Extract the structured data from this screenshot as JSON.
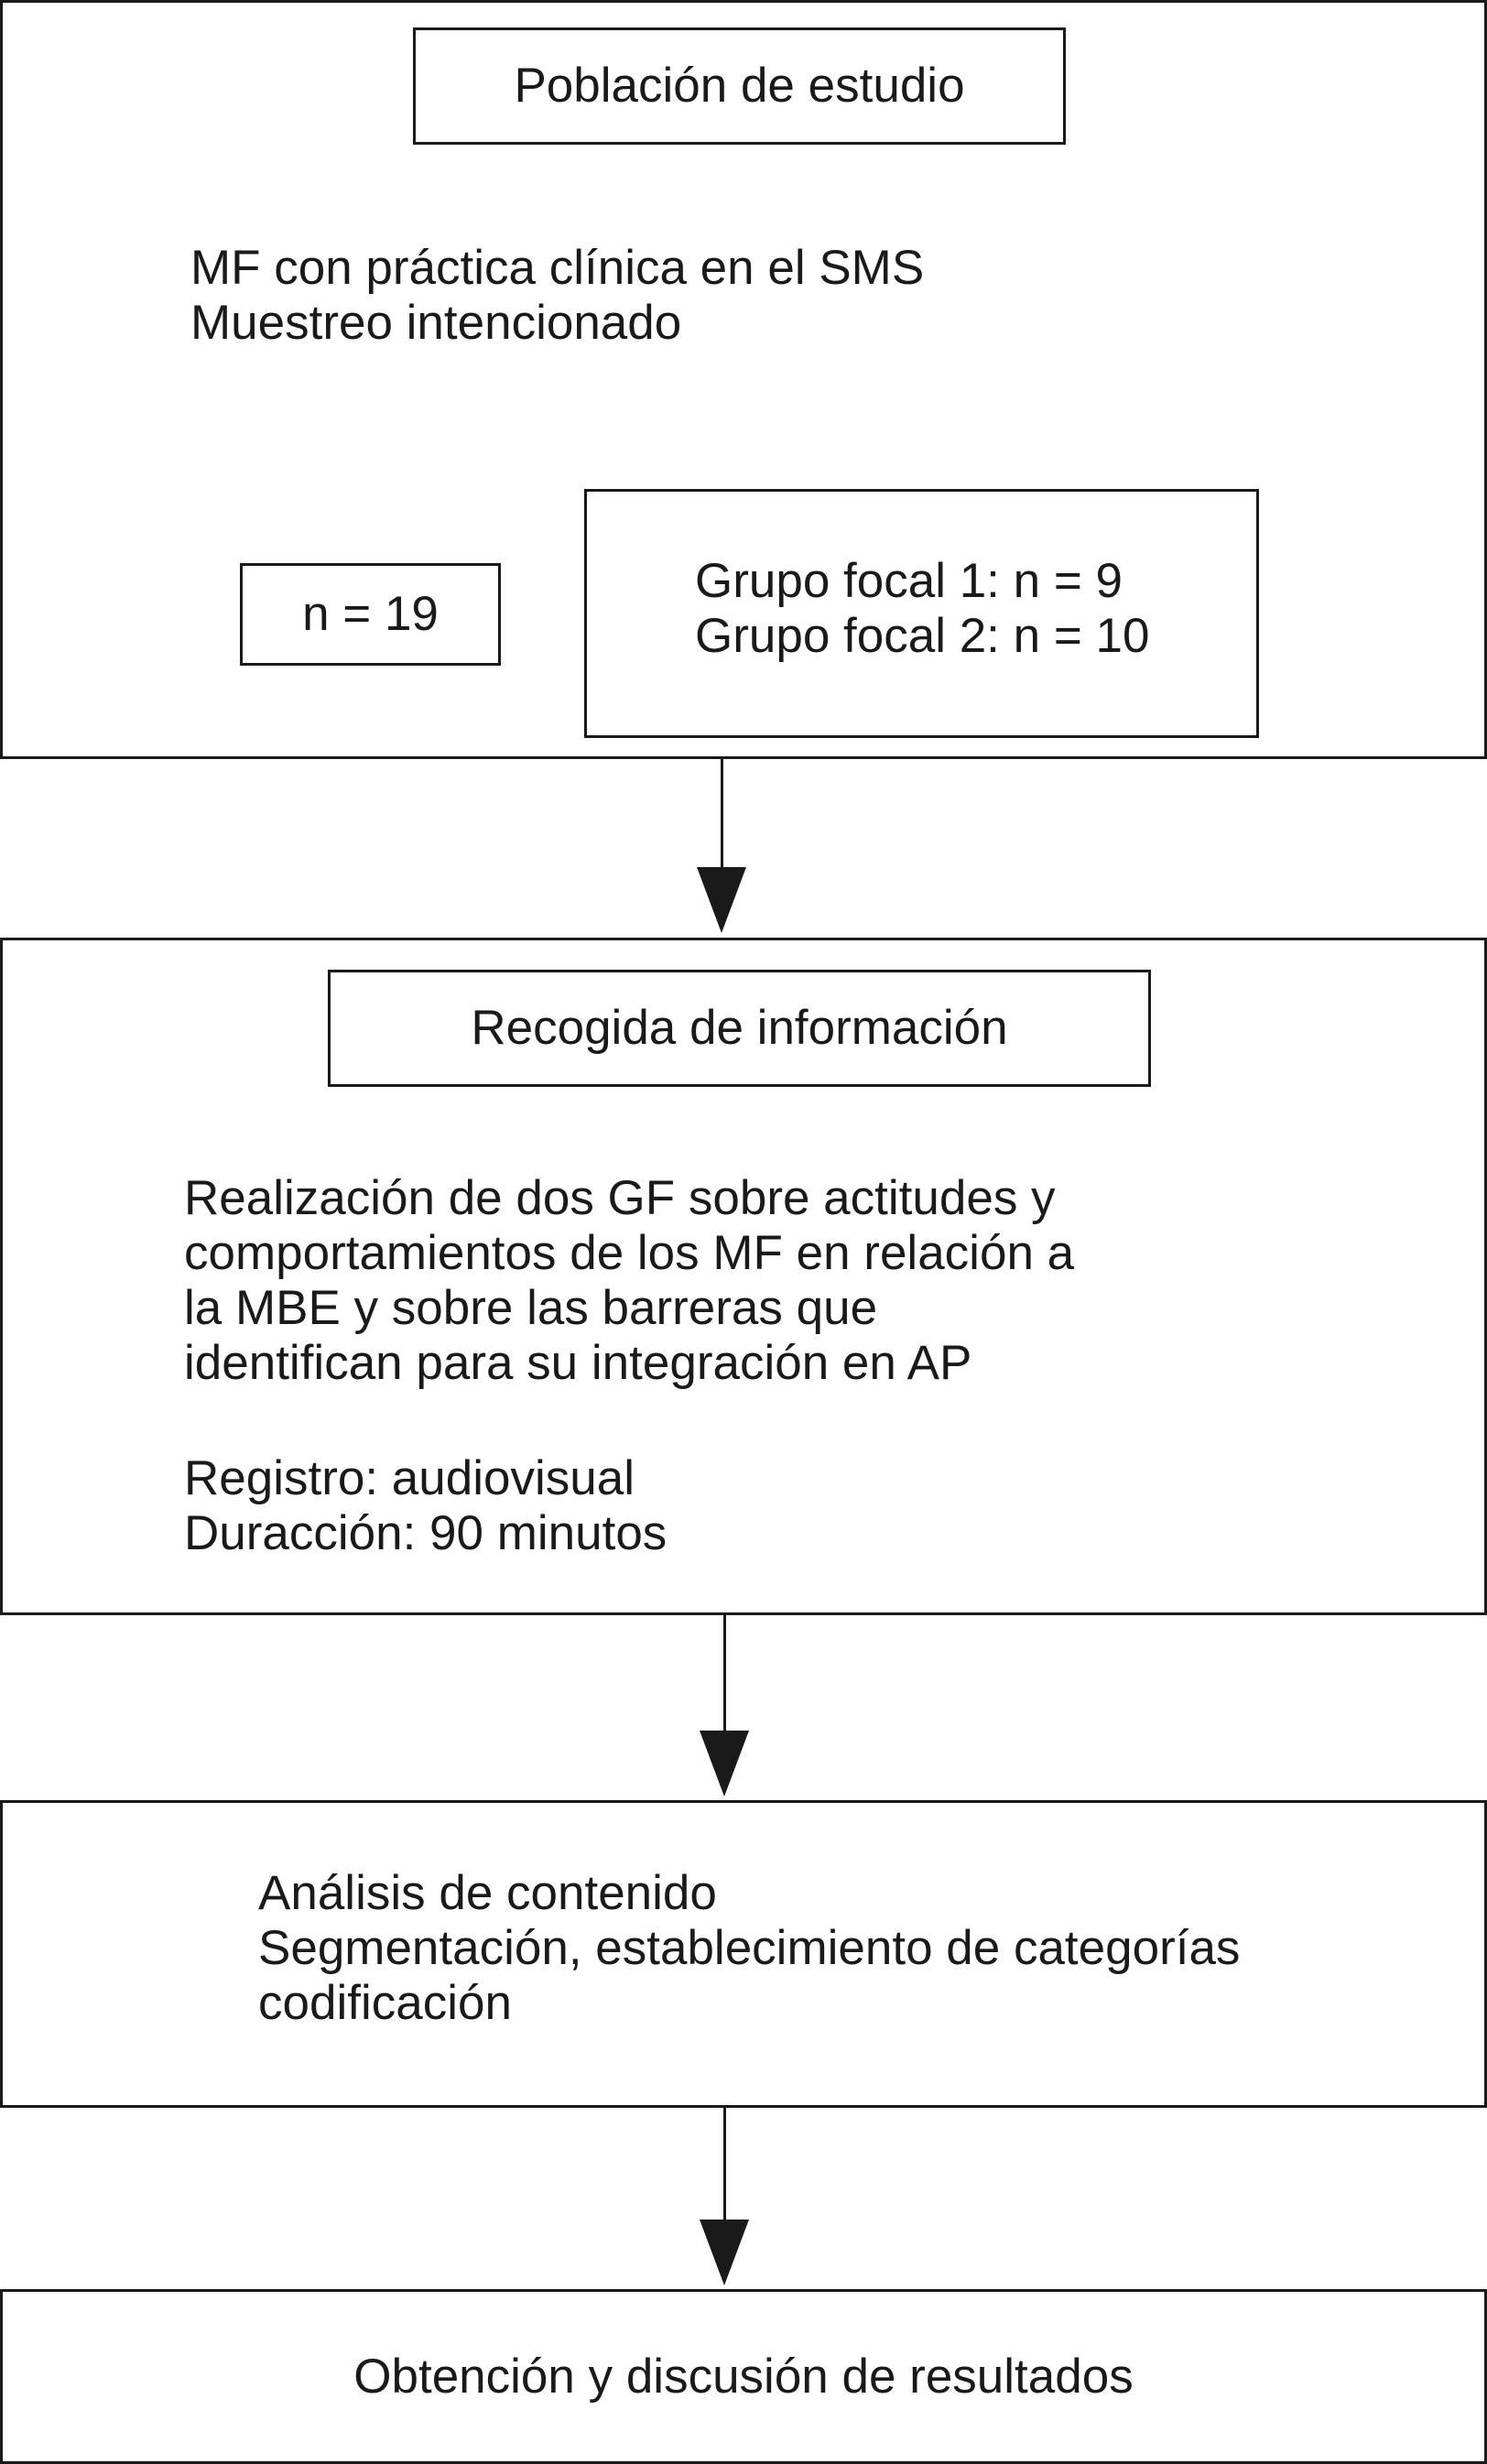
{
  "poblacion": {
    "header": "Población de estudio",
    "lines": [
      "MF con práctica clínica en el SMS",
      "Muestreo intencionado"
    ],
    "n_total": "n = 19",
    "grupos": [
      "Grupo focal 1: n = 9",
      "Grupo focal 2: n = 10"
    ]
  },
  "recogida": {
    "header": "Recogida de información",
    "lines": [
      "Realización de dos GF sobre actitudes y",
      "comportamientos de los MF en relación a",
      "la MBE y sobre las barreras que",
      "identifican para su integración en AP"
    ],
    "registro": "Registro: audiovisual",
    "duracion": "Duracción: 90 minutos"
  },
  "analisis": {
    "lines": [
      "Análisis de contenido",
      "Segmentación, establecimiento de categorías",
      "codificación"
    ]
  },
  "resultados": {
    "label": "Obtención y discusión de resultados"
  }
}
